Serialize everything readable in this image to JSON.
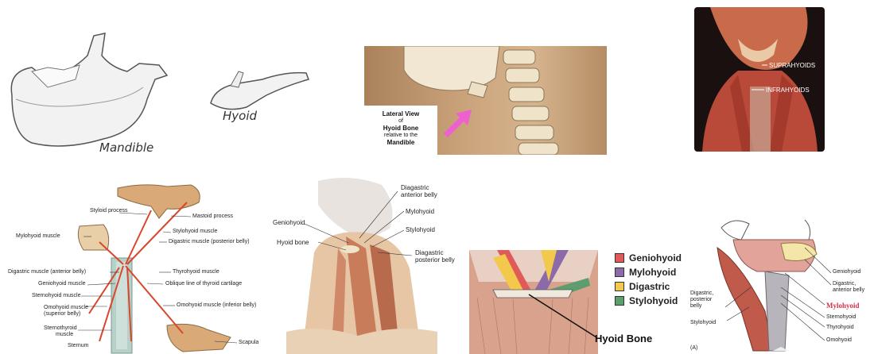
{
  "panel1": {
    "mandible": "Mandible",
    "hyoid": "Hyoid"
  },
  "panel2": {
    "line1": "Lateral View",
    "line2": "of",
    "line3": "Hyoid Bone",
    "line4": "relative to the",
    "line5": "Mandible"
  },
  "panel3": {
    "suprahyoids": "SUPRAHYOIDS",
    "infrahyoids": "INFRAHYOIDS"
  },
  "panel4": {
    "styloid_process": "Styloid process",
    "mastoid_process": "Mastoid process",
    "stylohyoid_muscle": "Stylohyoid muscle",
    "digastric_post": "Digastric muscle (posterior belly)",
    "mylohyoid_muscle": "Mylohyoid muscle",
    "digastric_ant": "Digastric muscle (anterior belly)",
    "geniohyoid_muscle": "Geniohyoid muscle",
    "sternohyoid_muscle": "Sternohyoid muscle",
    "omohyoid_sup_1": "Omohyoid muscle",
    "omohyoid_sup_2": "(superior belly)",
    "sternothyroid_1": "Sternothyroid",
    "sternothyroid_2": "muscle",
    "sternum": "Sternum",
    "thyrohyoid_muscle": "Thyrohyoid muscle",
    "oblique_line": "Oblique line of thyroid cartilage",
    "omohyoid_inf": "Omohyoid muscle (inferior belly)",
    "scapula": "Scapula"
  },
  "panel5": {
    "digastric_ant_1": "Diagastric",
    "digastric_ant_2": "anterior belly",
    "mylohyoid": "Mylohyoid",
    "geniohyoid": "Geniohyoid",
    "stylohyoid": "Stylohyoid",
    "hyoid_bone": "Hyoid bone",
    "digastric_post_1": "Diagastric",
    "digastric_post_2": "posterior belly"
  },
  "panel6": {
    "legend": [
      {
        "label": "Geniohyoid",
        "color": "#e05a5a"
      },
      {
        "label": "Mylohyoid",
        "color": "#8c6aa8"
      },
      {
        "label": "Digastric",
        "color": "#f2c94c"
      },
      {
        "label": "Stylohyoid",
        "color": "#5e9e6e"
      }
    ],
    "hyoid_bone": "Hyoid Bone"
  },
  "panel7": {
    "geniohyoid": "Geniohyoid",
    "digastric_ant_1": "Digastric,",
    "digastric_ant_2": "anterior belly",
    "mylohyoid": "Mylohyoid",
    "digastric_post_1": "Digastric,",
    "digastric_post_2": "posterior",
    "digastric_post_3": "belly",
    "stylohyoid": "Stylohyoid",
    "sternohyoid": "Sternohyoid",
    "thyrohyoid": "Thyrohyoid",
    "omohyoid": "Omohyoid",
    "figure_label": "(A)"
  }
}
